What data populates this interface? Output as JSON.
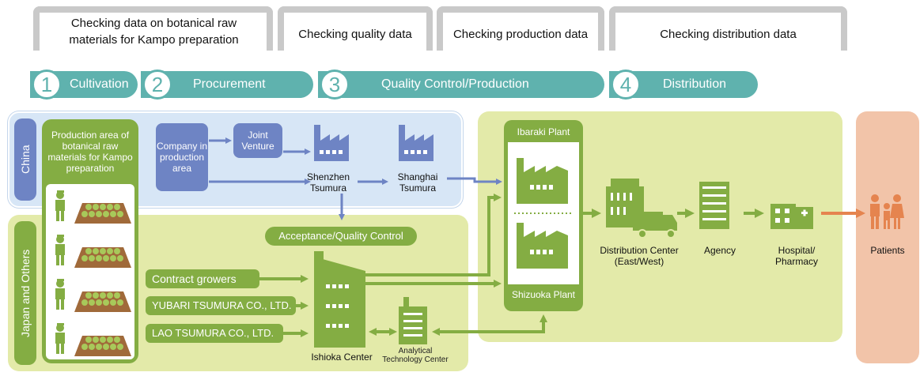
{
  "headers": [
    "Checking data on botanical raw materials for Kampo preparation",
    "Checking quality data",
    "Checking production data",
    "Checking distribution data"
  ],
  "stages": [
    {
      "num": "1",
      "label": "Cultivation"
    },
    {
      "num": "2",
      "label": "Procurement"
    },
    {
      "num": "3",
      "label": "Quality Control/Production"
    },
    {
      "num": "4",
      "label": "Distribution"
    }
  ],
  "regions": {
    "china": "China",
    "japan": "Japan and Others"
  },
  "production_area": "Production area of botanical raw materials for Kampo preparation",
  "china_nodes": {
    "company": "Company in production area",
    "joint_venture": "Joint Venture",
    "shenzhen": "Shenzhen Tsumura",
    "shanghai": "Shanghai Tsumura"
  },
  "japan_nodes": {
    "acceptance": "Acceptance/Quality Control",
    "contract": "Contract growers",
    "yubari": "YUBARI TSUMURA CO., LTD.",
    "lao": "LAO TSUMURA CO., LTD.",
    "ishioka": "Ishioka Center",
    "analytical": "Analytical Technology Center"
  },
  "plants": {
    "ibaraki": "Ibaraki Plant",
    "shizuoka": "Shizuoka Plant"
  },
  "distribution": {
    "center": "Distribution Center (East/West)",
    "agency": "Agency",
    "hospital": "Hospital/ Pharmacy"
  },
  "patients": "Patients",
  "colors": {
    "teal": "#5fb2ae",
    "blue": "#6e84c4",
    "green": "#84ad43",
    "lightgreen": "#e3eaa9",
    "lightblue": "#d7e6f6",
    "salmon": "#f2c4a9",
    "orange": "#e5844f",
    "gray": "#c9c9c9"
  }
}
